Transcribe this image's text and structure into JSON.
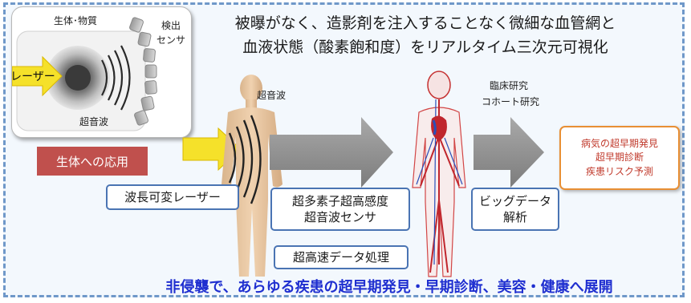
{
  "headline": {
    "line1": "被曝がなく、造影剤を注入することなく微細な血管網と",
    "line2": "血液状態（酸素飽和度）をリアルタイム三次元可視化"
  },
  "inset": {
    "tissue_label": "生体･物質",
    "sensor_label_1": "検出",
    "sensor_label_2": "センサ",
    "laser_label": "レーザー",
    "ultrasound_label": "超音波"
  },
  "application_label": "生体への応用",
  "ultrasound_body_label": "超音波",
  "research_label_1": "臨床研究",
  "research_label_2": "コホート研究",
  "boxes": {
    "laser": "波長可変レーザー",
    "sensor_line1": "超多素子超高感度",
    "sensor_line2": "超音波センサ",
    "processing": "超高速データ処理",
    "bigdata_line1": "ビッグデータ",
    "bigdata_line2": "解析"
  },
  "result": {
    "line1": "病気の超早期発見",
    "line2": "超早期診断",
    "line3": "疾患リスク予測"
  },
  "bottom_line": "非侵襲で、あらゆる疾患の超早期発見・早期診断、美容・健康へ展開",
  "colors": {
    "frame_border": "#6f98c9",
    "box_border": "#4a74b3",
    "apply_fill": "#c0504d",
    "laser_arrow": "#f5e12a",
    "result_border": "#e88f34",
    "bottom_text": "#1f2fd0"
  }
}
